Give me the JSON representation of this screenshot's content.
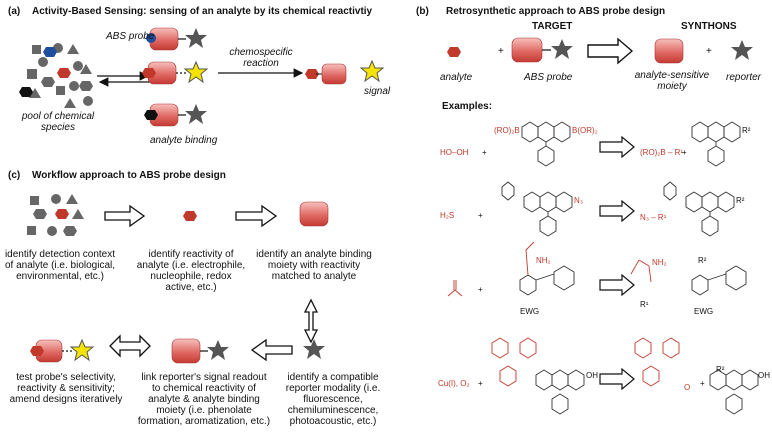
{
  "panel_a": {
    "label": "(a)",
    "title": "Activity-Based Sensing: sensing of an analyte by its chemical reactivtiy",
    "abs_probe": "ABS probe",
    "pool": "pool of chemical species",
    "binding": "analyte binding",
    "reaction": "chemospecific reaction",
    "signal": "signal"
  },
  "panel_b": {
    "label": "(b)",
    "title": "Retrosynthetic approach to ABS probe design",
    "target": "TARGET",
    "synthons": "SYNTHONS",
    "analyte": "analyte",
    "abs_probe": "ABS probe",
    "moiety": "analyte-sensitive moiety",
    "reporter": "reporter",
    "plus": "+",
    "examples": "Examples:",
    "ex1_analyte": "HO–OH",
    "ex1_boronate_left": "(RO)₂B",
    "ex1_boronate_right": "B(OR)₂",
    "ex1_synthon": "(RO)₂B – R¹",
    "ex2_analyte": "H₂S",
    "ex2_azide": "N₃",
    "ex2_synthon": "N₃ – R¹",
    "ex3_nh2": "NH₂",
    "ex3_r1": "R¹",
    "ex3_ewg": "EWG",
    "ex4_analyte": "Cu(I), O₂",
    "ex4_oh": "OH",
    "ex4_o": "O",
    "r2": "R²"
  },
  "panel_c": {
    "label": "(c)",
    "title": "Workflow approach to ABS probe design",
    "step1": "identify detection context of analyte (i.e. biological, environmental, etc.)",
    "step2": "identify reactivity of analyte (i.e. electrophile, nucleophile, redox active, etc.)",
    "step3": "identify an analyte binding moiety with reactivity matched to analyte",
    "step4": "identify a compatible reporter modality (i.e. fluorescence, chemiluminescence, photoacoustic, etc.)",
    "step5": "link reporter's signal readout to chemical reactivity of analyte & analyte binding moiety (i.e. phenolate formation, aromatization, etc.)",
    "step6": "test probe's selectivity, reactivity & sensitivity; amend designs iteratively"
  },
  "colors": {
    "probe_red": "#d9534f",
    "analyte_red": "#c0392b",
    "star_gray": "#555555",
    "signal_yellow": "#f5e400",
    "binder_blue": "#1f4e9c"
  }
}
